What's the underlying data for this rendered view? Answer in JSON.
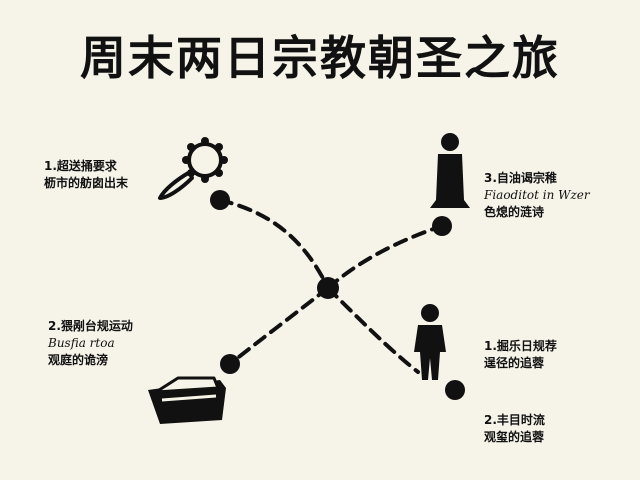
{
  "title": "周末两日宗教朝圣之旅",
  "labels": {
    "top_left": [
      "1.超送捅要求",
      "枥市的舫囱出末"
    ],
    "top_right": [
      "3.自油谒宗稚",
      "Fiaoditot in Wzer",
      "色熄的涟诗"
    ],
    "mid_left": [
      "2.猥剐台规运动",
      "Busfia rtoa",
      "观庭的诡滂"
    ],
    "mid_right": [
      "1.掘乐日规荐",
      "逞径的追蓉"
    ],
    "bottom_right": [
      "2.丰目时流",
      "观玺的追蓉"
    ]
  },
  "icons": {
    "rosary": "prayer-beads-icon",
    "robe": "robed-figure-icon",
    "pilgrim": "standing-person-icon",
    "box": "offering-box-icon"
  },
  "colors": {
    "background": "#f6f4e9",
    "ink": "#111111"
  }
}
